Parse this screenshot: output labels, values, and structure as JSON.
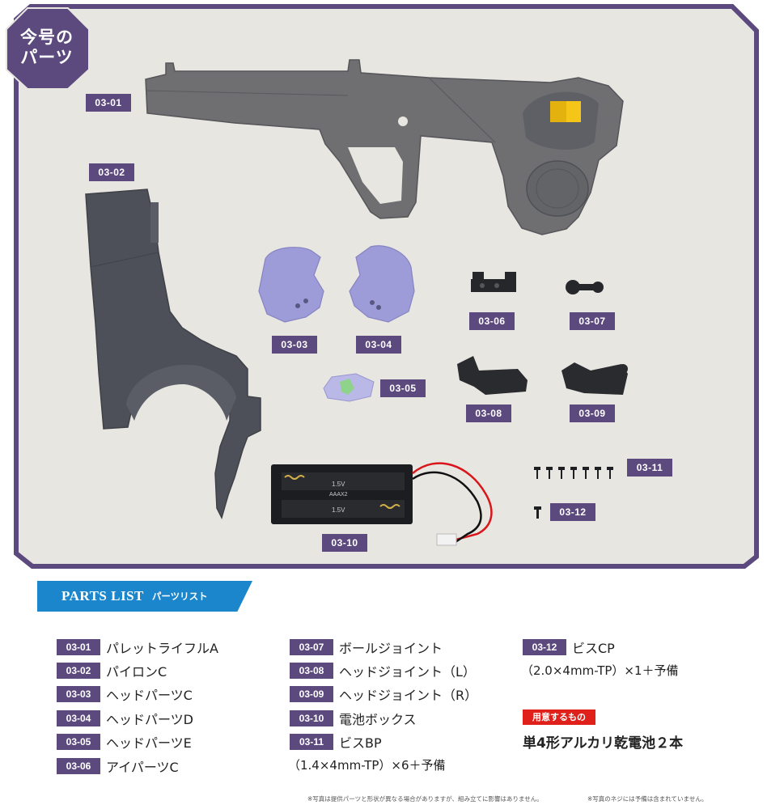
{
  "badge": {
    "line1": "今号の",
    "line2": "パーツ"
  },
  "photo_labels": {
    "p0301": "03-01",
    "p0302": "03-02",
    "p0303": "03-03",
    "p0304": "03-04",
    "p0305": "03-05",
    "p0306": "03-06",
    "p0307": "03-07",
    "p0308": "03-08",
    "p0309": "03-09",
    "p0310": "03-10",
    "p0311": "03-11",
    "p0312": "03-12"
  },
  "battery_box": {
    "volt_top": "1.5V",
    "model": "AAAX2",
    "volt_bottom": "1.5V"
  },
  "parts_list": {
    "title_en": "PARTS LIST",
    "title_ja": "パーツリスト",
    "items": [
      {
        "code": "03-01",
        "name": "パレットライフルA"
      },
      {
        "code": "03-02",
        "name": "パイロンC"
      },
      {
        "code": "03-03",
        "name": "ヘッドパーツC"
      },
      {
        "code": "03-04",
        "name": "ヘッドパーツD"
      },
      {
        "code": "03-05",
        "name": "ヘッドパーツE"
      },
      {
        "code": "03-06",
        "name": "アイパーツC"
      },
      {
        "code": "03-07",
        "name": "ボールジョイント"
      },
      {
        "code": "03-08",
        "name": "ヘッドジョイント（L）"
      },
      {
        "code": "03-09",
        "name": "ヘッドジョイント（R）"
      },
      {
        "code": "03-10",
        "name": "電池ボックス"
      },
      {
        "code": "03-11",
        "name": "ビスBP"
      },
      {
        "code": "03-12",
        "name": "ビスCP"
      }
    ],
    "note_0311": "（1.4×4mm-TP）×6＋予備",
    "note_0312": "（2.0×4mm-TP）×1＋予備",
    "required_label": "用意するもの",
    "required_text": "単4形アルカリ乾電池２本"
  },
  "footnotes": {
    "left": "※写真は提供パーツと形状が異なる場合がありますが、組み立てに影響はありません。",
    "right": "※写真のネジには予備は含まれていません。"
  },
  "colors": {
    "frame": "#5c4a7e",
    "panel_bg": "#e8e6e1",
    "header_blue": "#1c86cc",
    "required_red": "#e0201b",
    "rifle_gray": "#6f6f72",
    "pylon_gray": "#4d5058",
    "head_lavender": "#9e9cd8"
  }
}
